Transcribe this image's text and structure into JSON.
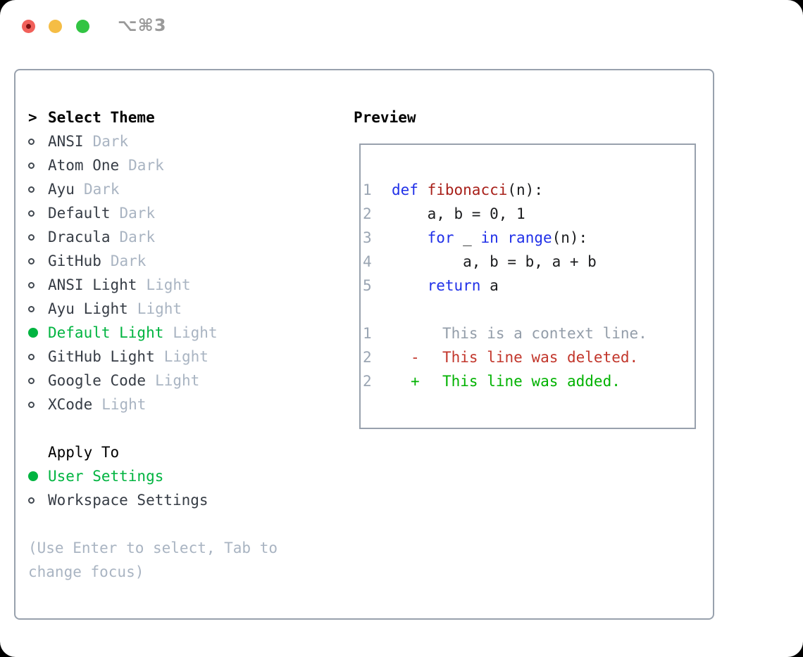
{
  "titlebar": {
    "shortcut_label": "⌥⌘3"
  },
  "colors": {
    "selection_green": "#00b440",
    "keyword_blue": "#2030e8",
    "function_red": "#a8201a",
    "diff_deleted_red": "#c2362b",
    "diff_added_green": "#00b200",
    "diff_context_gray": "#939da9",
    "line_number_gray": "#9aa5b3",
    "muted_text": "#a9b4c2",
    "body_text": "#363c45",
    "border_gray": "#98a1ad",
    "traffic_red": "#f1605a",
    "traffic_yellow": "#f5bd45",
    "traffic_green": "#32c443",
    "shortcut_gray": "#9a9a9a"
  },
  "theme_list": {
    "header_prefix": ">",
    "header": "Select Theme",
    "items": [
      {
        "name": "ANSI",
        "variant": "Dark",
        "selected": false
      },
      {
        "name": "Atom One",
        "variant": "Dark",
        "selected": false
      },
      {
        "name": "Ayu",
        "variant": "Dark",
        "selected": false
      },
      {
        "name": "Default",
        "variant": "Dark",
        "selected": false
      },
      {
        "name": "Dracula",
        "variant": "Dark",
        "selected": false
      },
      {
        "name": "GitHub",
        "variant": "Dark",
        "selected": false
      },
      {
        "name": "ANSI Light",
        "variant": "Light",
        "selected": false
      },
      {
        "name": "Ayu Light",
        "variant": "Light",
        "selected": false
      },
      {
        "name": "Default Light",
        "variant": "Light",
        "selected": true
      },
      {
        "name": "GitHub Light",
        "variant": "Light",
        "selected": false
      },
      {
        "name": "Google Code",
        "variant": "Light",
        "selected": false
      },
      {
        "name": "XCode",
        "variant": "Light",
        "selected": false
      }
    ]
  },
  "apply_to": {
    "header": "Apply To",
    "options": [
      {
        "label": "User Settings",
        "selected": true
      },
      {
        "label": "Workspace Settings",
        "selected": false
      }
    ]
  },
  "hint": {
    "line1": "(Use Enter to select, Tab to",
    "line2": "change focus)"
  },
  "preview": {
    "title": "Preview",
    "code_lines": [
      {
        "num": "1",
        "tokens": [
          {
            "t": "def",
            "c": "kw"
          },
          {
            "t": " "
          },
          {
            "t": "fibonacci",
            "c": "fn"
          },
          {
            "t": "(n):"
          }
        ]
      },
      {
        "num": "2",
        "tokens": [
          {
            "t": "    a, b = 0, 1"
          }
        ]
      },
      {
        "num": "3",
        "tokens": [
          {
            "t": "    "
          },
          {
            "t": "for",
            "c": "kw"
          },
          {
            "t": " _ "
          },
          {
            "t": "in",
            "c": "kw"
          },
          {
            "t": " "
          },
          {
            "t": "range",
            "c": "kw"
          },
          {
            "t": "(n):"
          }
        ]
      },
      {
        "num": "4",
        "tokens": [
          {
            "t": "        a, b = b, a + b"
          }
        ]
      },
      {
        "num": "5",
        "tokens": [
          {
            "t": "    "
          },
          {
            "t": "return",
            "c": "kw"
          },
          {
            "t": " a"
          }
        ]
      }
    ],
    "diff_lines": [
      {
        "num": "1",
        "marker": " ",
        "text": "This is a context line.",
        "kind": "context"
      },
      {
        "num": "2",
        "marker": "-",
        "text": "This line was deleted.",
        "kind": "deleted"
      },
      {
        "num": "2",
        "marker": "+",
        "text": "This line was added.",
        "kind": "added"
      }
    ]
  }
}
